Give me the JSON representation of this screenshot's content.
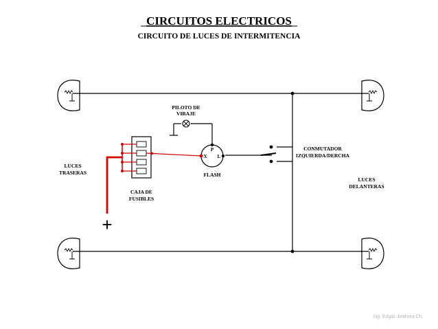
{
  "header": {
    "title": "CIRCUITOS ELECTRICOS",
    "subtitle": "CIRCUITO DE LUCES DE INTERMITENCIA"
  },
  "labels": {
    "rear_lights": [
      "LUCES",
      "TRASERAS"
    ],
    "front_lights": [
      "LUCES",
      "DELANTERAS"
    ],
    "fuse_box": [
      "CAJA DE",
      "FUSIBLES"
    ],
    "turn_pilot": [
      "PILOTO DE",
      "VIRAJE"
    ],
    "flasher": "FLASH",
    "switch": [
      "CONMUTADOR",
      "IZQUIERDA/DERCHA"
    ],
    "positive": "+",
    "pin_p": "P",
    "pin_x": "X",
    "pin_l": "L"
  },
  "credit": "Ing. Edgar Jiménez Ch.",
  "colors": {
    "wire": "#000000",
    "power_wire": "#d80000",
    "credit_text": "#b5b5b5"
  }
}
